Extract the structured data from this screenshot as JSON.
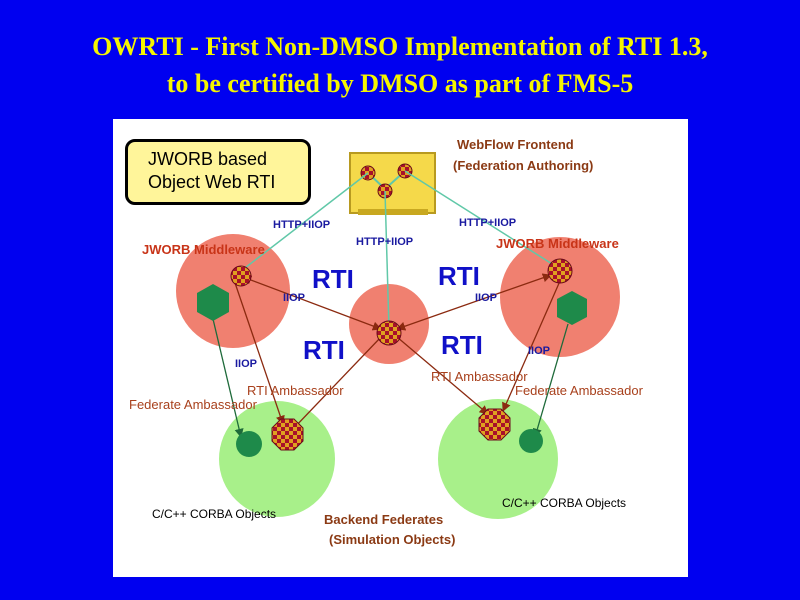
{
  "slide": {
    "title_line1": "OWRTI - First Non-DMSO Implementation of RTI 1.3,",
    "title_line2": "to be certified by DMSO as part of  FMS-5"
  },
  "diagram": {
    "legend": "JWORB based\nObject Web RTI",
    "webflow_title": "WebFlow Frontend",
    "webflow_subtitle": "(Federation Authoring)",
    "http_iiop_left": "HTTP+IIOP",
    "http_iiop_center": "HTTP+IIOP",
    "http_iiop_right": "HTTP+IIOP",
    "middleware_left": "JWORB Middleware",
    "middleware_right": "JWORB Middleware",
    "rti_labels": [
      "RTI",
      "RTI",
      "RTI",
      "RTI"
    ],
    "iiop_labels": [
      "IIOP",
      "IIOP",
      "IIOP",
      "IIOP"
    ],
    "rti_ambassador_left": "RTI Ambassador",
    "rti_ambassador_right": "RTI Ambassador",
    "federate_ambassador_left": "Federate Ambassador",
    "federate_ambassador_right": "Federate Ambassador",
    "corba_left": "C/C++ CORBA Objects",
    "corba_right": "C/C++ CORBA Objects",
    "backend_title": "Backend  Federates",
    "backend_subtitle": "(Simulation Objects)",
    "colors": {
      "background": "#0000f0",
      "title": "#f5f500",
      "middleware_circle": "#f08070",
      "federate_circle": "#a8f08a",
      "rti_node": "#a8102a",
      "hexagon": "#1e8a4a",
      "frontend_box": "#f5d94a",
      "links": "#60c8a8"
    }
  }
}
